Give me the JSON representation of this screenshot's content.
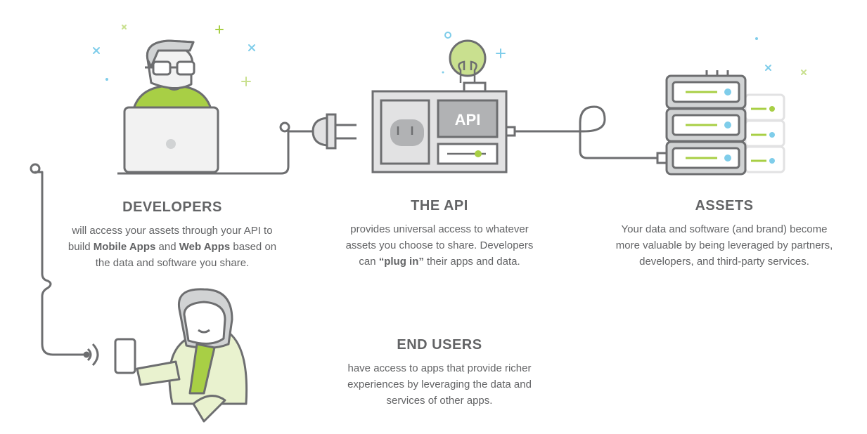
{
  "colors": {
    "stroke": "#6d6e70",
    "green": "#a8cf45",
    "blue": "#7fcdea",
    "panel": "#e2e2e3"
  },
  "developers": {
    "title": "DEVELOPERS",
    "line1": "will access your assets through your API to",
    "line2_pre": "build ",
    "line2_bold1": "Mobile Apps",
    "line2_mid": " and ",
    "line2_bold2": "Web Apps",
    "line2_post": " based on",
    "line3": "the data and software you share."
  },
  "api": {
    "panel_label": "API",
    "title": "THE API",
    "line1": "provides universal access to whatever",
    "line2": "assets you choose to share. Developers",
    "line3_pre": "can ",
    "line3_bold": "“plug in”",
    "line3_post": " their apps and data."
  },
  "assets": {
    "title": "ASSETS",
    "line1": "Your data and software (and brand) become",
    "line2": "more valuable by being leveraged by partners,",
    "line3": "developers, and third-party services."
  },
  "end_users": {
    "title": "END USERS",
    "line1": "have access to apps that provide richer",
    "line2": "experiences by leveraging the data and",
    "line3": "services of other apps."
  }
}
